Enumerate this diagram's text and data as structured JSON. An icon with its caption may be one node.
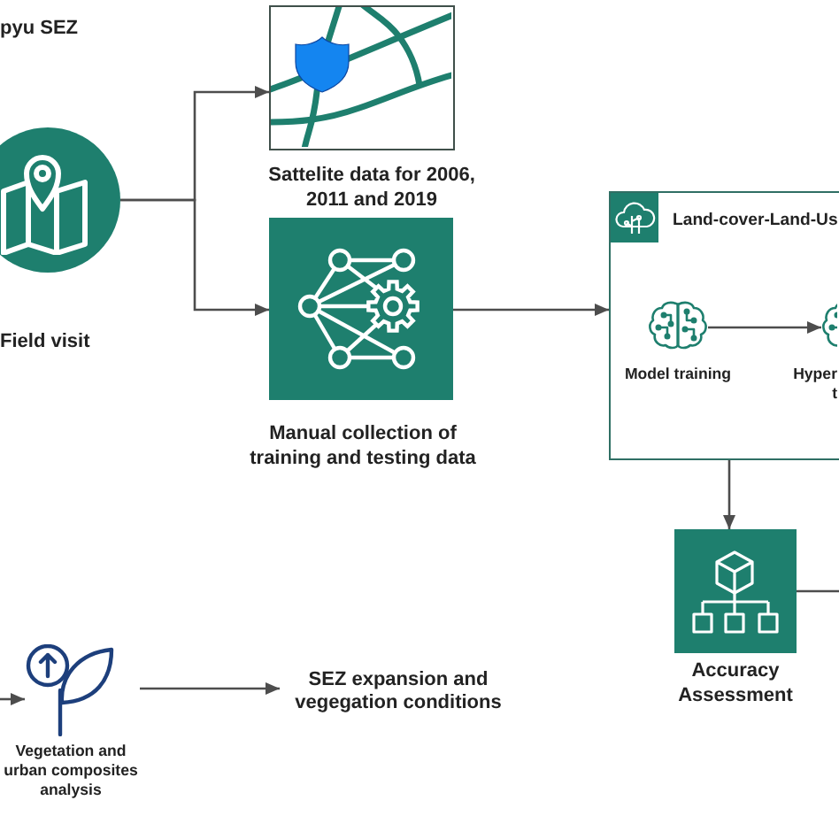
{
  "diagram": {
    "nodes": [
      {
        "text": [
          "Field visit"
        ]
      },
      {
        "text": [
          "Sattelite data for 2006, 2011 and 2019"
        ]
      },
      {
        "text": [
          "Manual collection of training and testing data"
        ]
      },
      {
        "text": [
          "Land-cover-Land-Us"
        ]
      },
      {
        "text": [
          "Model training"
        ],
        "in": 3
      },
      {
        "text": [
          "Hyper t"
        ],
        "in": 3
      },
      {
        "text": [
          "Accuracy Assessment"
        ]
      },
      {
        "text": [
          "Vegetation and urban composites analysis"
        ]
      },
      {
        "text": [
          "SEZ expansion and vegegation conditions"
        ]
      }
    ],
    "edges": [
      {
        "from": 0,
        "to": 1,
        "arrow": "to"
      },
      {
        "from": 0,
        "to": 2,
        "arrow": "to"
      },
      {
        "from": 2,
        "to": 3,
        "arrow": "to"
      },
      {
        "from": 4,
        "to": 5,
        "arrow": "to"
      },
      {
        "from": 3,
        "to": 6,
        "arrow": "to"
      },
      {
        "from": 6,
        "to": null,
        "arrow": "none"
      },
      {
        "from": null,
        "to": 7,
        "arrow": "to"
      },
      {
        "from": 7,
        "to": 8,
        "arrow": "to"
      }
    ],
    "labels": [
      "pyu SEZ"
    ]
  }
}
